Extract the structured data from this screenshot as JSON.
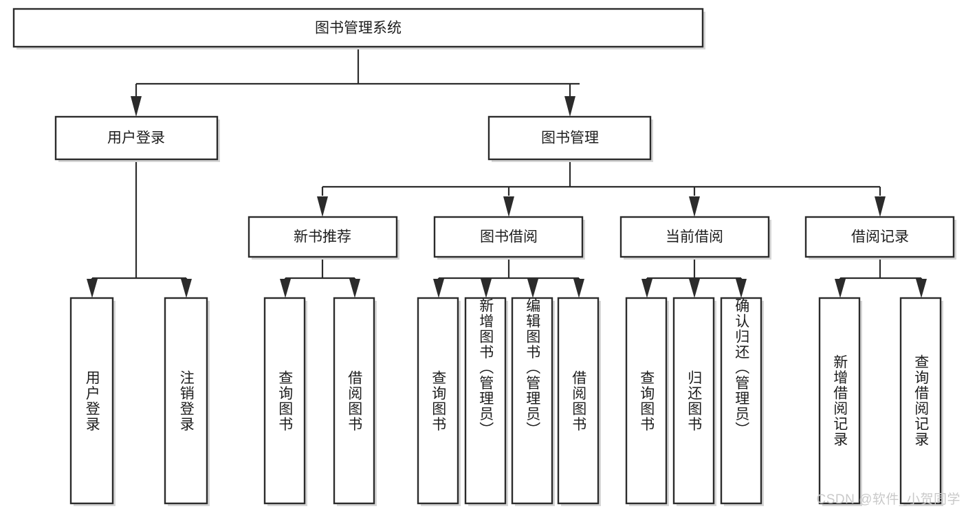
{
  "diagram": {
    "type": "tree",
    "title": "图书管理系统",
    "watermark": "CSDN @软件_小贺同学",
    "colors": {
      "box_stroke": "#2b2b2b",
      "box_fill": "#ffffff",
      "text": "#1d1d1d",
      "shadow": "#d6d6d6",
      "watermark": "#c9c9c9"
    },
    "levels": {
      "root": {
        "label": "图书管理系统"
      },
      "level2": [
        {
          "label": "用户登录"
        },
        {
          "label": "图书管理"
        }
      ],
      "level3": [
        {
          "label": "新书推荐"
        },
        {
          "label": "图书借阅"
        },
        {
          "label": "当前借阅"
        },
        {
          "label": "借阅记录"
        }
      ],
      "leaves": {
        "user_login": [
          {
            "label": "用户登录"
          },
          {
            "label": "注销登录"
          }
        ],
        "new_book_recommend": [
          {
            "label": "查询图书"
          },
          {
            "label": "借阅图书"
          }
        ],
        "book_borrow": [
          {
            "label": "查询图书"
          },
          {
            "label": "新增图书（管理员）"
          },
          {
            "label": "编辑图书（管理员）"
          },
          {
            "label": "借阅图书"
          }
        ],
        "current_borrow": [
          {
            "label": "查询图书"
          },
          {
            "label": "归还图书"
          },
          {
            "label": "确认归还（管理员）"
          }
        ],
        "borrow_record": [
          {
            "label": "新增借阅记录"
          },
          {
            "label": "查询借阅记录"
          }
        ]
      }
    }
  }
}
